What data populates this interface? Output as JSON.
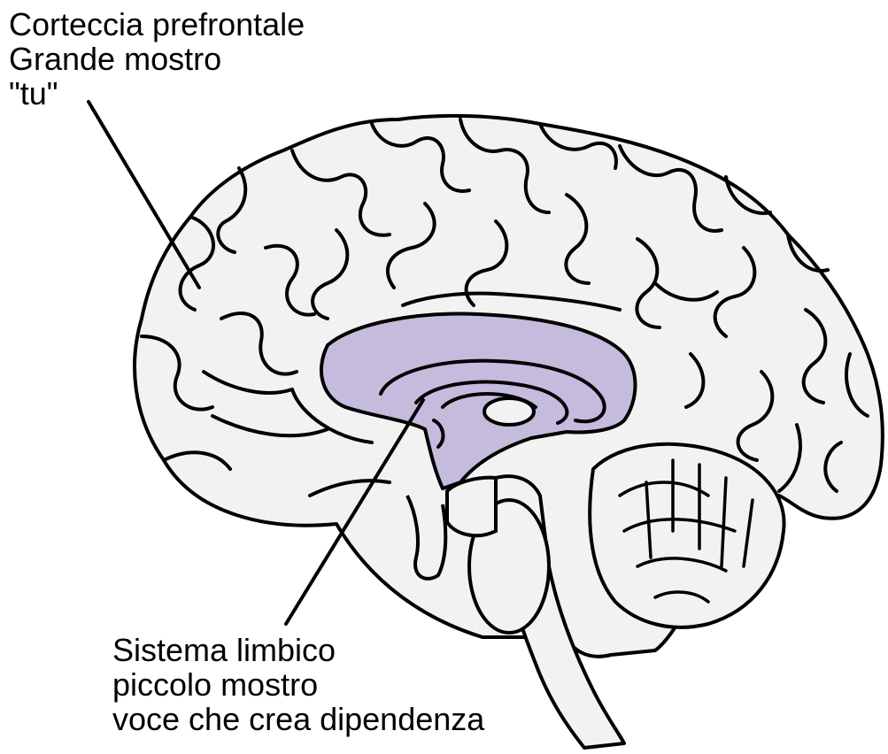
{
  "labels": {
    "prefrontal": {
      "title": "Corteccia prefrontale",
      "line2": "Grande mostro",
      "line3": "\"tu\""
    },
    "limbic": {
      "title": "Sistema limbico",
      "line2": "piccolo mostro",
      "line3": "voce che crea dipendenza"
    }
  },
  "colors": {
    "outline": "#000000",
    "brain_fill": "#f2f2f2",
    "limbic_fill": "#c5bbdd",
    "background": "#ffffff"
  }
}
